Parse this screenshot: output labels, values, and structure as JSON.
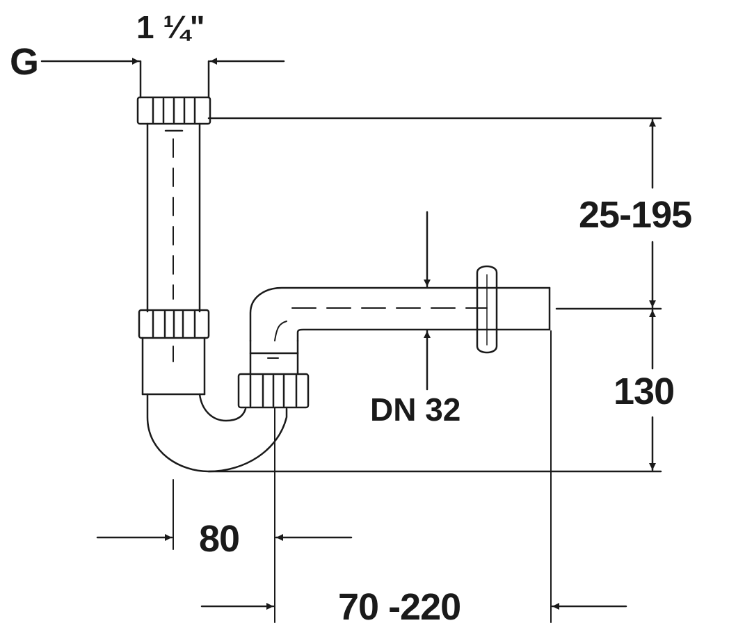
{
  "labels": {
    "thread_letter": "G",
    "thread_size": "1 ¼\"",
    "height_range": "25-195",
    "drop_height": "130",
    "pipe_diameter": "DN 32",
    "centre_distance": "80",
    "horizontal_range": "70 -220"
  },
  "colors": {
    "line": "#1a1a1a",
    "background": "#ffffff"
  }
}
